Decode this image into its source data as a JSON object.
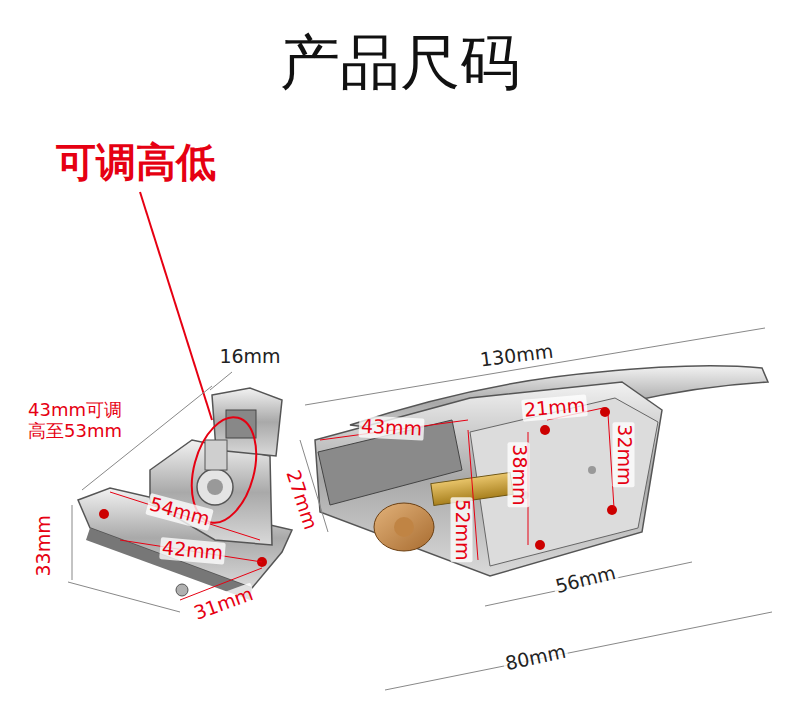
{
  "diagram": {
    "title": "产品尺码",
    "labels": [
      "可调高低",
      "16mm",
      "43mm可调 高至53mm",
      "33mm",
      "54mm",
      "42mm",
      "31mm",
      "130mm",
      "43mm",
      "21mm",
      "32mm",
      "27mm",
      "38mm",
      "52mm",
      "56mm",
      "80mm"
    ]
  }
}
